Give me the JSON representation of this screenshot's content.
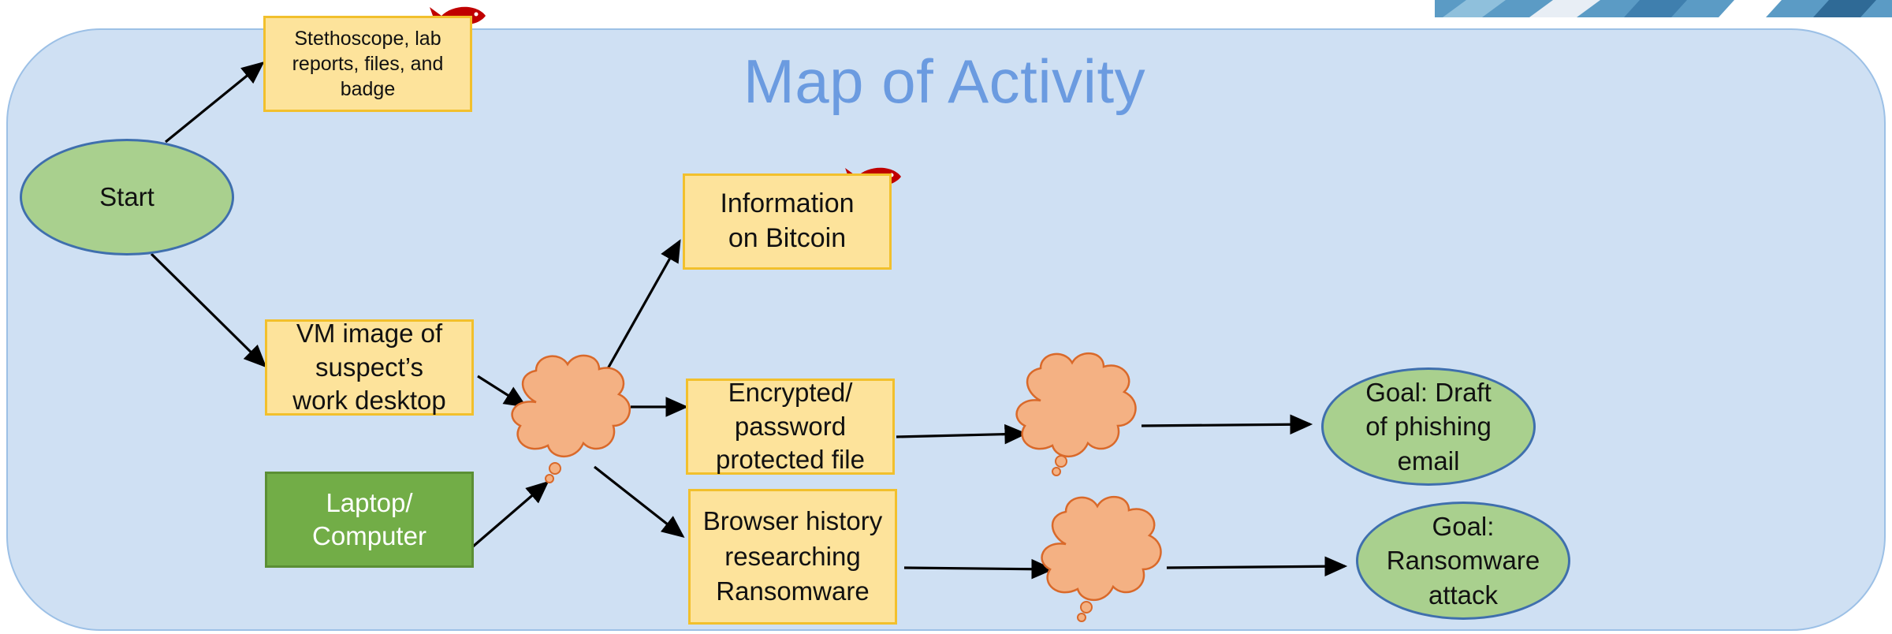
{
  "title": "Map of Activity",
  "nodes": {
    "start": "Start",
    "stethoscope": "Stethoscope, lab\nreports, files, and\nbadge",
    "vm_image": "VM image of\nsuspect’s\nwork desktop",
    "laptop": "Laptop/\nComputer",
    "bitcoin": "Information\non Bitcoin",
    "encrypted": "Encrypted/\npassword\nprotected file",
    "browser": "Browser history\nresearching\nRansomware",
    "goal_phishing": "Goal: Draft\nof phishing\nemail",
    "goal_ransomware": "Goal:\nRansomware\nattack"
  },
  "icons": {
    "fish": "red-fish-icon",
    "cloud": "thought-cloud-icon"
  },
  "colors": {
    "panel": "#cfe0f3",
    "title": "#6b9be0",
    "yellow_fill": "#fde39b",
    "yellow_border": "#f2c02c",
    "green_ellipse": "#a9d08e",
    "green_rect": "#72ad47",
    "cloud": "#f4b183",
    "cloud_border": "#d9692a",
    "fish": "#c00000"
  }
}
